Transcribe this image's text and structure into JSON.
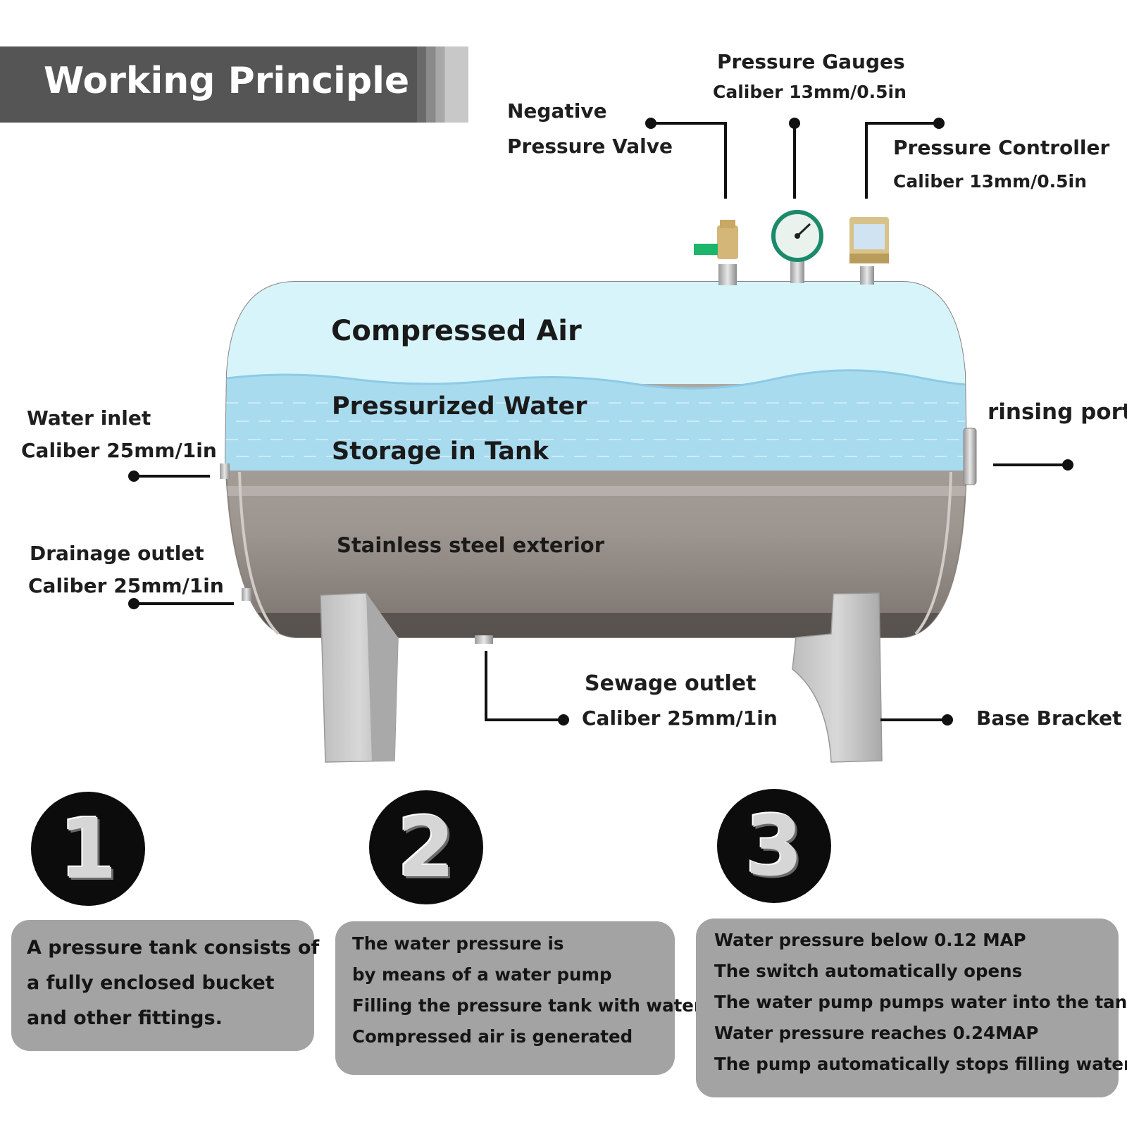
{
  "header": {
    "title": "Working Principle"
  },
  "labels": {
    "negative_valve": {
      "line1": "Negative",
      "line2": "Pressure Valve"
    },
    "pressure_gauges": {
      "line1": "Pressure Gauges",
      "line2": "Caliber 13mm/0.5in"
    },
    "pressure_controller": {
      "line1": "Pressure Controller",
      "line2": "Caliber 13mm/0.5in"
    },
    "water_inlet": {
      "line1": "Water inlet",
      "line2": "Caliber 25mm/1in"
    },
    "drainage_outlet": {
      "line1": "Drainage outlet",
      "line2": "Caliber 25mm/1in"
    },
    "rinsing_port": {
      "line1": "rinsing port"
    },
    "sewage_outlet": {
      "line1": "Sewage outlet",
      "line2": "Caliber 25mm/1in"
    },
    "base_bracket": {
      "line1": "Base Bracket"
    }
  },
  "tank": {
    "air": "Compressed Air",
    "water_line1": "Pressurized Water",
    "water_line2": "Storage in Tank",
    "exterior": "Stainless steel exterior"
  },
  "steps": [
    {
      "number": "1",
      "lines": [
        "A pressure tank consists of",
        "a fully enclosed bucket",
        "and other fittings."
      ]
    },
    {
      "number": "2",
      "lines": [
        "The water pressure is",
        "by means of a water pump",
        "Filling the pressure tank with water",
        "Compressed air is generated"
      ]
    },
    {
      "number": "3",
      "lines": [
        "Water pressure below  0.12 MAP",
        "The switch automatically opens",
        "The water pump pumps water into the tank.",
        "Water pressure reaches 0.24MAP",
        "The pump automatically stops filling water."
      ]
    }
  ],
  "colors": {
    "banner": "#555555",
    "air": "#d7f4fb",
    "water": "#a9dbef",
    "steel": "#a59d97",
    "box": "#a3a3a3"
  }
}
